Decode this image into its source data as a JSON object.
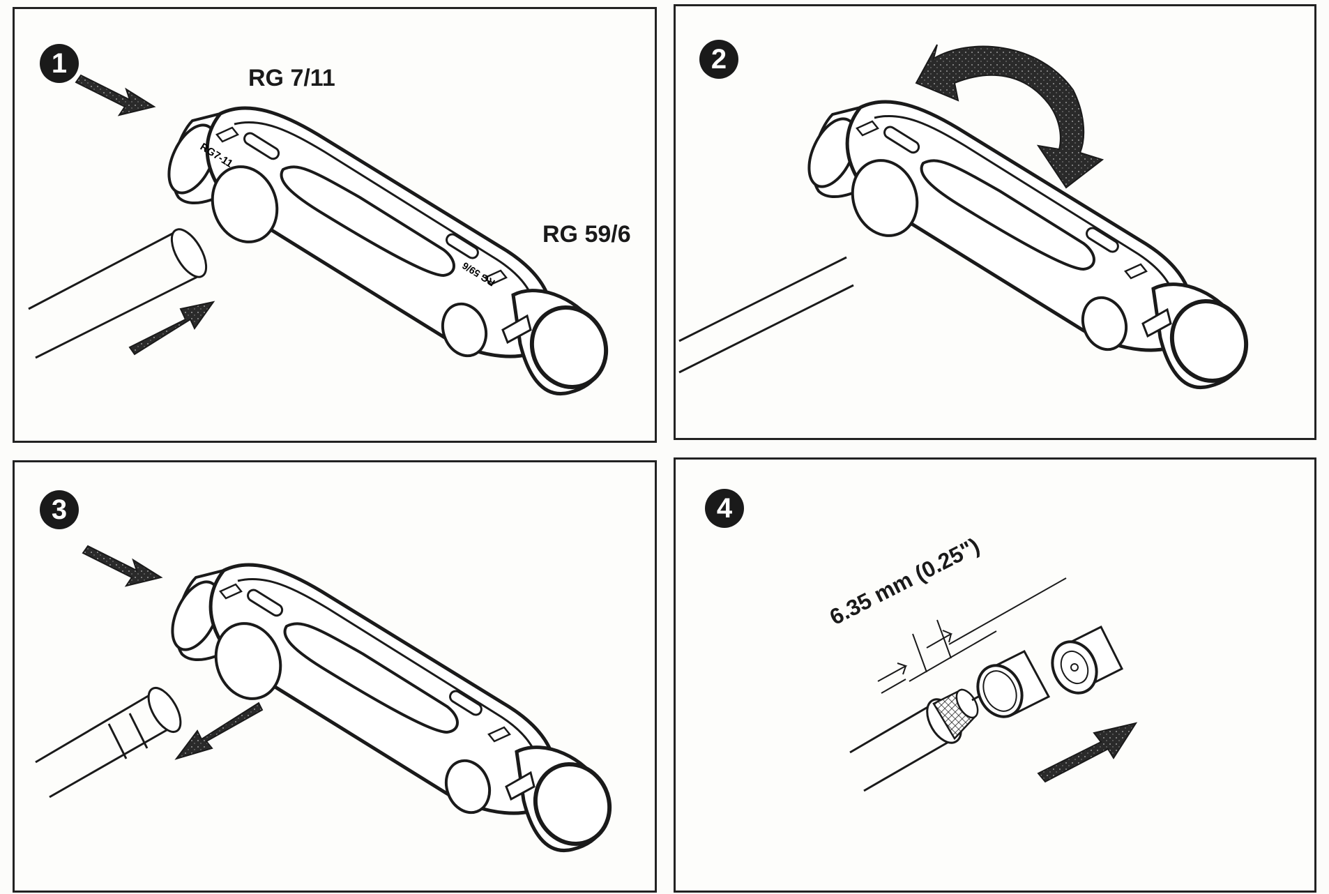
{
  "steps": [
    {
      "number": "1",
      "labels": {
        "top": "RG 7/11",
        "right": "RG 59/6"
      }
    },
    {
      "number": "2"
    },
    {
      "number": "3"
    },
    {
      "number": "4",
      "labels": {
        "dimension": "6.35 mm (0.25\")"
      }
    }
  ],
  "tool_marks": {
    "upper": "RG7-11",
    "lower": "RG 59/6"
  },
  "colors": {
    "ink": "#1a1a1a",
    "paper": "#fdfdfb",
    "arrow_fill": "#2a2a2a"
  }
}
